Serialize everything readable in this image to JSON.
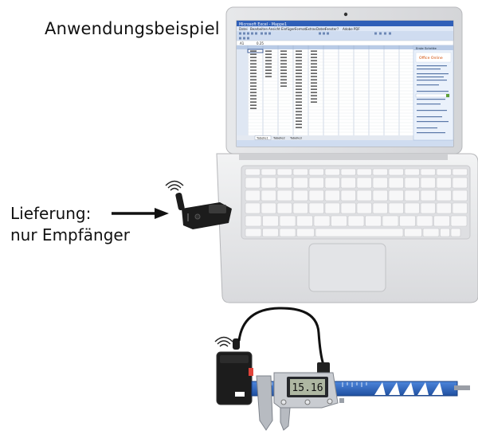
{
  "title": "Anwendungsbeispiel",
  "delivery": {
    "line1": "Lieferung:",
    "line2": "nur Empfänger"
  },
  "laptop": {
    "spreadsheet": {
      "app_title": "Microsoft Excel - Mappe1",
      "menu": [
        "Datei",
        "Bearbeiten",
        "Ansicht",
        "Einfügen",
        "Format",
        "Extras",
        "Daten",
        "Fenster",
        "?",
        "Adobe PDF"
      ],
      "cell_ref": "A1",
      "formula": "0.25",
      "sheet_tabs": [
        "Tabelle1",
        "Tabelle2",
        "Tabelle3"
      ],
      "task_pane_title": "Erste Schritte",
      "task_pane_brand": "Office Online"
    }
  },
  "caliper": {
    "display_value": "15.16"
  },
  "colors": {
    "laptop_body": "#e9eaec",
    "screen_bezel": "#d7d8db",
    "excel_header": "#b9cbe6",
    "caliper_blue": "#2d63b8",
    "device_black": "#1c1c1c"
  }
}
